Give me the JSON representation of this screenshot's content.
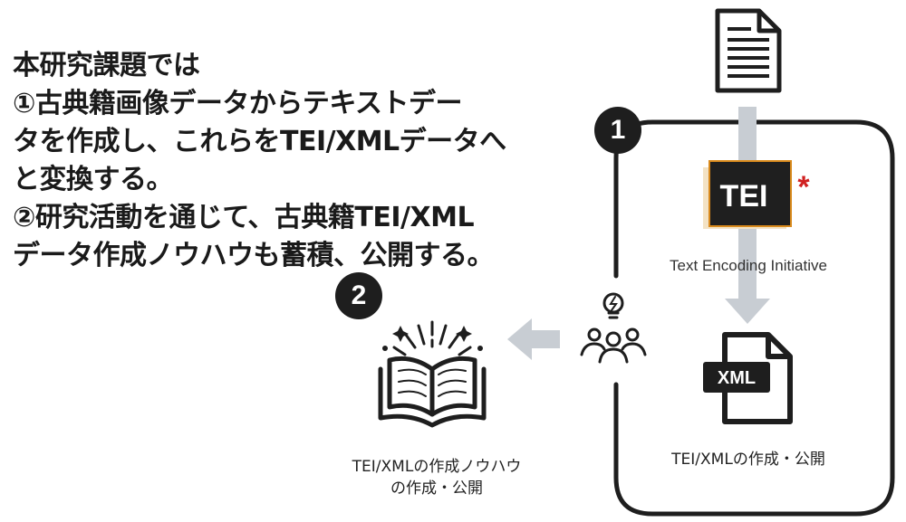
{
  "intro": {
    "lines": [
      "本研究課題では",
      "①古典籍画像データからテキストデー",
      "タを作成し、これらをTEI/XMLデータへ",
      "と変換する。",
      "②研究活動を通じて、古典籍TEI/XML",
      "データ作成ノウハウも蓄積、公開する。"
    ]
  },
  "badges": {
    "one": "1",
    "two": "2"
  },
  "tei": {
    "logo_text": "TEI",
    "asterisk": "*",
    "subtitle": "Text Encoding Initiative"
  },
  "xml_file": {
    "label": "XML"
  },
  "captions": {
    "right": "TEI/XMLの作成・公開",
    "left_line1": "TEI/XMLの作成ノウハウ",
    "left_line2": "の作成・公開"
  },
  "colors": {
    "dark": "#1e1e1e",
    "arrow": "#c8cdd3",
    "logo_bg": "#1f1f1f",
    "logo_border": "#d98a1c",
    "asterisk": "#d02020"
  },
  "icons": [
    "document-icon",
    "xml-file-icon",
    "team-idea-icon",
    "open-book-icon",
    "arrow-left-icon",
    "arrow-down-icon"
  ]
}
